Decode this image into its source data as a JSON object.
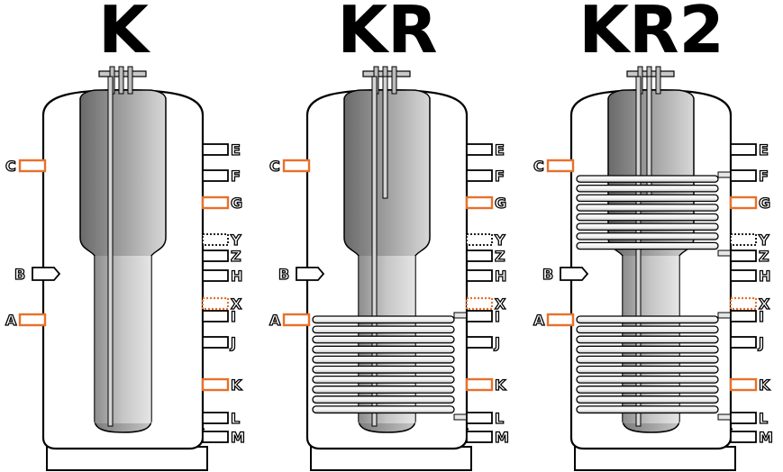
{
  "tanks": [
    {
      "title": "K",
      "coils": 0,
      "left_ports": [
        "C",
        "B",
        "A"
      ],
      "right_ports": [
        "E",
        "F",
        "G",
        "Y",
        "Z",
        "H",
        "X",
        "I",
        "J",
        "K",
        "L",
        "M"
      ]
    },
    {
      "title": "KR",
      "coils": 1,
      "left_ports": [
        "C",
        "B",
        "A"
      ],
      "right_ports": [
        "E",
        "F",
        "G",
        "Y",
        "Z",
        "H",
        "X",
        "I",
        "J",
        "K",
        "L",
        "M"
      ]
    },
    {
      "title": "KR2",
      "coils": 2,
      "left_ports": [
        "C",
        "B",
        "A"
      ],
      "right_ports": [
        "E",
        "F",
        "G",
        "Y",
        "Z",
        "H",
        "X",
        "I",
        "J",
        "K",
        "L",
        "M"
      ]
    }
  ],
  "colors": {
    "outline": "#000000",
    "fill": "#ffffff",
    "highlight_port": "#e8702a",
    "inner_tank_dark": "#707070",
    "inner_tank_light": "#c8c8c8"
  },
  "port_styles": {
    "E": "normal",
    "F": "normal",
    "G": "highlight",
    "Y": "dotted",
    "Z": "normal",
    "H": "normal",
    "X": "dotted-highlight",
    "I": "normal",
    "J": "normal",
    "K": "highlight",
    "L": "normal",
    "M": "normal",
    "C": "highlight",
    "B": "arrow",
    "A": "highlight"
  }
}
